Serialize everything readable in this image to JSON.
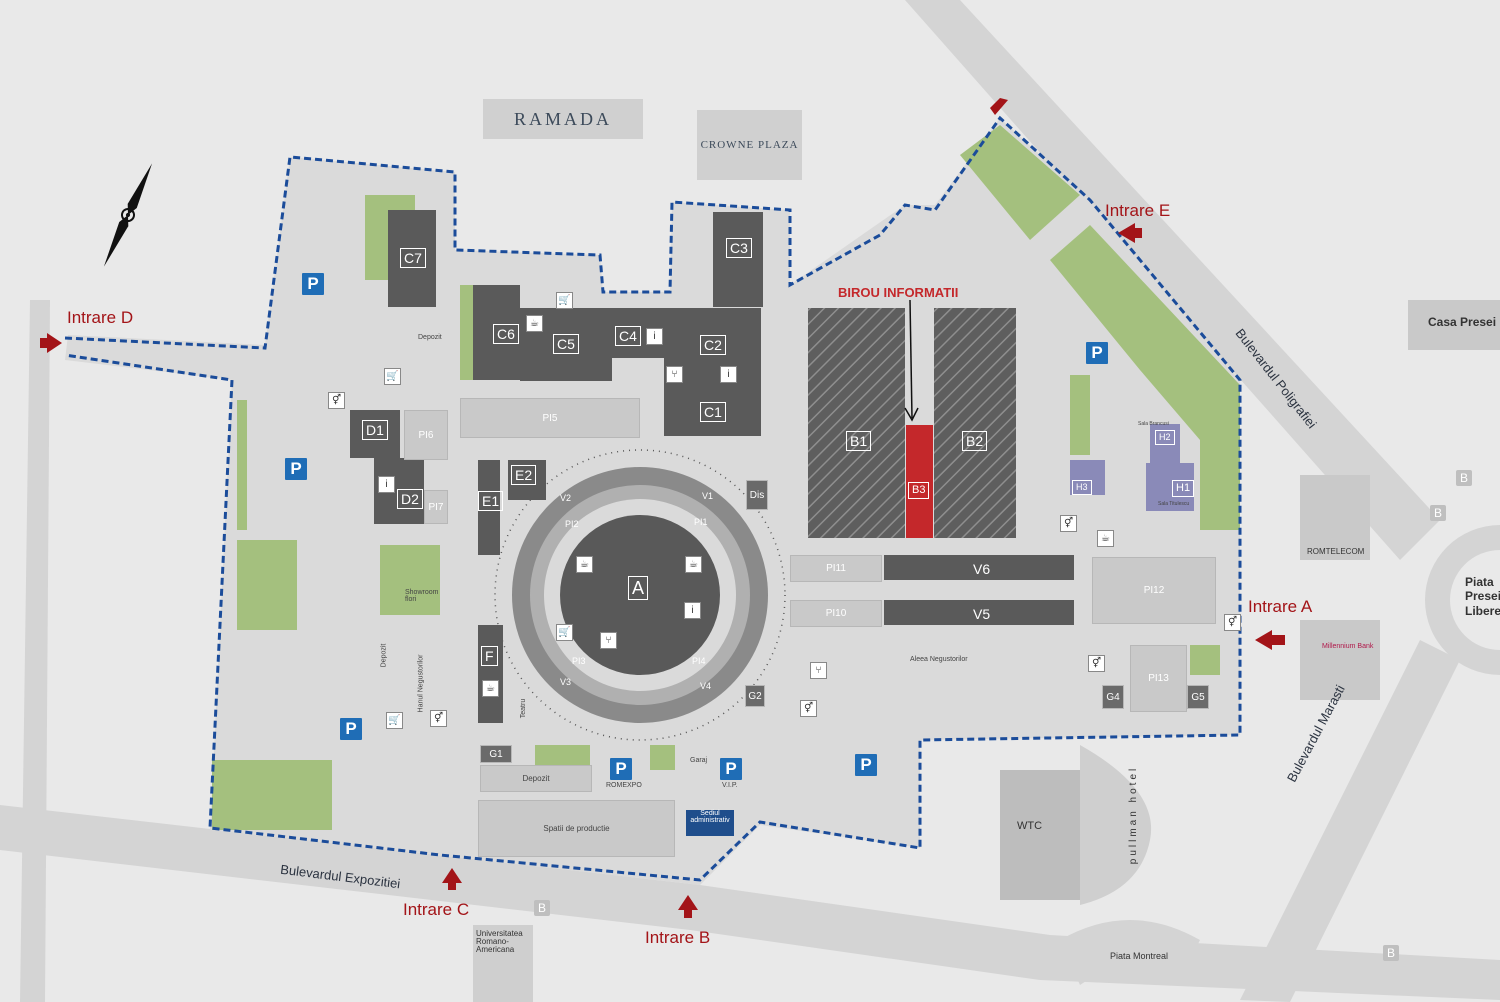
{
  "hotels": {
    "ramada": "RAMADA",
    "crowne": "CROWNE PLAZA",
    "casa_presei": "Casa Presei"
  },
  "entrances": {
    "a": "Intrare A",
    "b": "Intrare B",
    "c": "Intrare C",
    "d": "Intrare D",
    "e": "Intrare E"
  },
  "info_office": "BIROU INFORMATII",
  "roads": {
    "poligrafiei": "Bulevardul Poligrafiei",
    "marasti": "Bulevardul Marasti",
    "expozitiei": "Bulevardul Expozitiei",
    "piata_montreal": "Piata Montreal",
    "piata_presei": "Piata Presei Libere",
    "alea": "Aleea Negustorilor"
  },
  "pavilions": {
    "a": "A",
    "b1": "B1",
    "b2": "B2",
    "b3": "B3",
    "c1": "C1",
    "c2": "C2",
    "c3": "C3",
    "c4": "C4",
    "c5": "C5",
    "c6": "C6",
    "c7": "C7",
    "d1": "D1",
    "d2": "D2",
    "e1": "E1",
    "e2": "E2",
    "f": "F",
    "h1": "H1",
    "h2": "H2",
    "h3": "H3",
    "v1": "V1",
    "v2": "V2",
    "v3": "V3",
    "v4": "V4",
    "v5": "V5",
    "v6": "V6",
    "g1": "G1",
    "g2": "G2",
    "g4": "G4",
    "g5": "G5",
    "dis": "Dis",
    "pi1": "PI1",
    "pi2": "PI2",
    "pi3": "PI3",
    "pi4": "PI4",
    "pi5": "PI5",
    "pi6": "PI6",
    "pi7": "PI7",
    "pi10": "PI10",
    "pi11": "PI11",
    "pi12": "PI12",
    "pi13": "PI13"
  },
  "places": {
    "romtelecom": "ROMTELECOM",
    "millennium": "Millennium Bank",
    "wtc": "WTC",
    "pullman": "pullman hotel",
    "universitatea": "Universitatea Romano-Americana",
    "spatii": "Spatii de productie",
    "depozit": "Depozit",
    "romexpo": "ROMEXPO",
    "vip": "V.I.P.",
    "garaj": "Garaj",
    "sediul": "Sediul administrativ",
    "teatru": "Teatru",
    "showroom": "Showroom flori",
    "hanul": "Hanul Negustorilor",
    "sala_brancusi": "Sala Brancusi",
    "sala_titulescu": "Sala Titulescu"
  },
  "parking_label": "P",
  "bus_label": "B"
}
